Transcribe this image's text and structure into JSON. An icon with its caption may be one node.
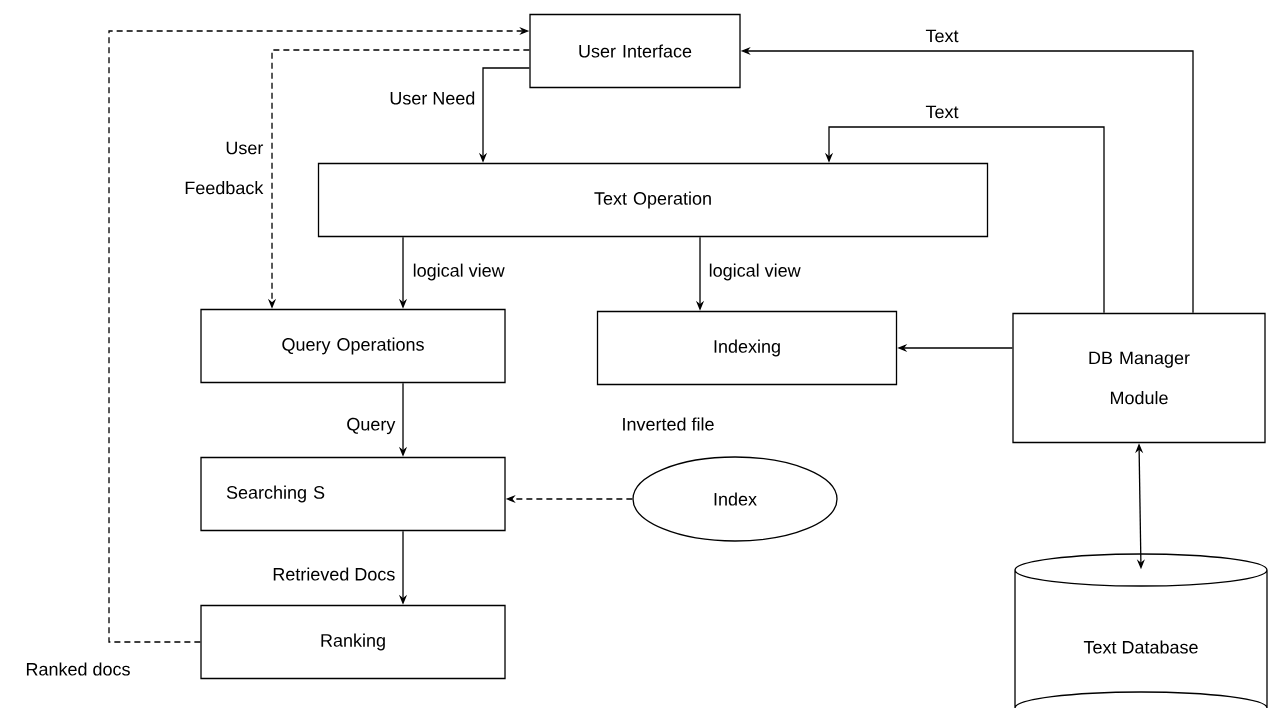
{
  "diagram": {
    "nodes": [
      {
        "text": [
          "User Interface"
        ]
      },
      {
        "text": [
          "Text Operation"
        ]
      },
      {
        "text": [
          "Query Operations"
        ]
      },
      {
        "text": [
          "Indexing"
        ]
      },
      {
        "text": [
          "DB Manager Module"
        ]
      },
      {
        "text": [
          "Searching S"
        ]
      },
      {
        "text": [
          "Index"
        ]
      },
      {
        "text": [
          "Ranking"
        ]
      },
      {
        "text": [
          "Text Database"
        ]
      }
    ],
    "edges": [
      {
        "from": 0,
        "to": 1,
        "arrow": "to",
        "label": "User Need"
      },
      {
        "from": 0,
        "to": 2,
        "arrow": "to",
        "label": "User Feedback",
        "style": "dashed"
      },
      {
        "from": 1,
        "to": 2,
        "arrow": "to",
        "label": "logical view"
      },
      {
        "from": 1,
        "to": 3,
        "arrow": "to",
        "label": "logical view"
      },
      {
        "from": 4,
        "to": 0,
        "arrow": "to",
        "label": "Text"
      },
      {
        "from": 4,
        "to": 1,
        "arrow": "to",
        "label": "Text"
      },
      {
        "from": 4,
        "to": 3,
        "arrow": "to"
      },
      {
        "from": 2,
        "to": 5,
        "arrow": "to",
        "label": "Query"
      },
      {
        "from": 6,
        "to": 5,
        "arrow": "to",
        "style": "dashed"
      },
      {
        "from": 5,
        "to": 7,
        "arrow": "to",
        "label": "Retrieved Docs"
      },
      {
        "from": 7,
        "to": 0,
        "arrow": "to",
        "label": "Ranked docs",
        "style": "dashed"
      },
      {
        "from": 4,
        "to": 8,
        "arrow": "both"
      }
    ],
    "labels": [
      "Inverted file"
    ]
  }
}
